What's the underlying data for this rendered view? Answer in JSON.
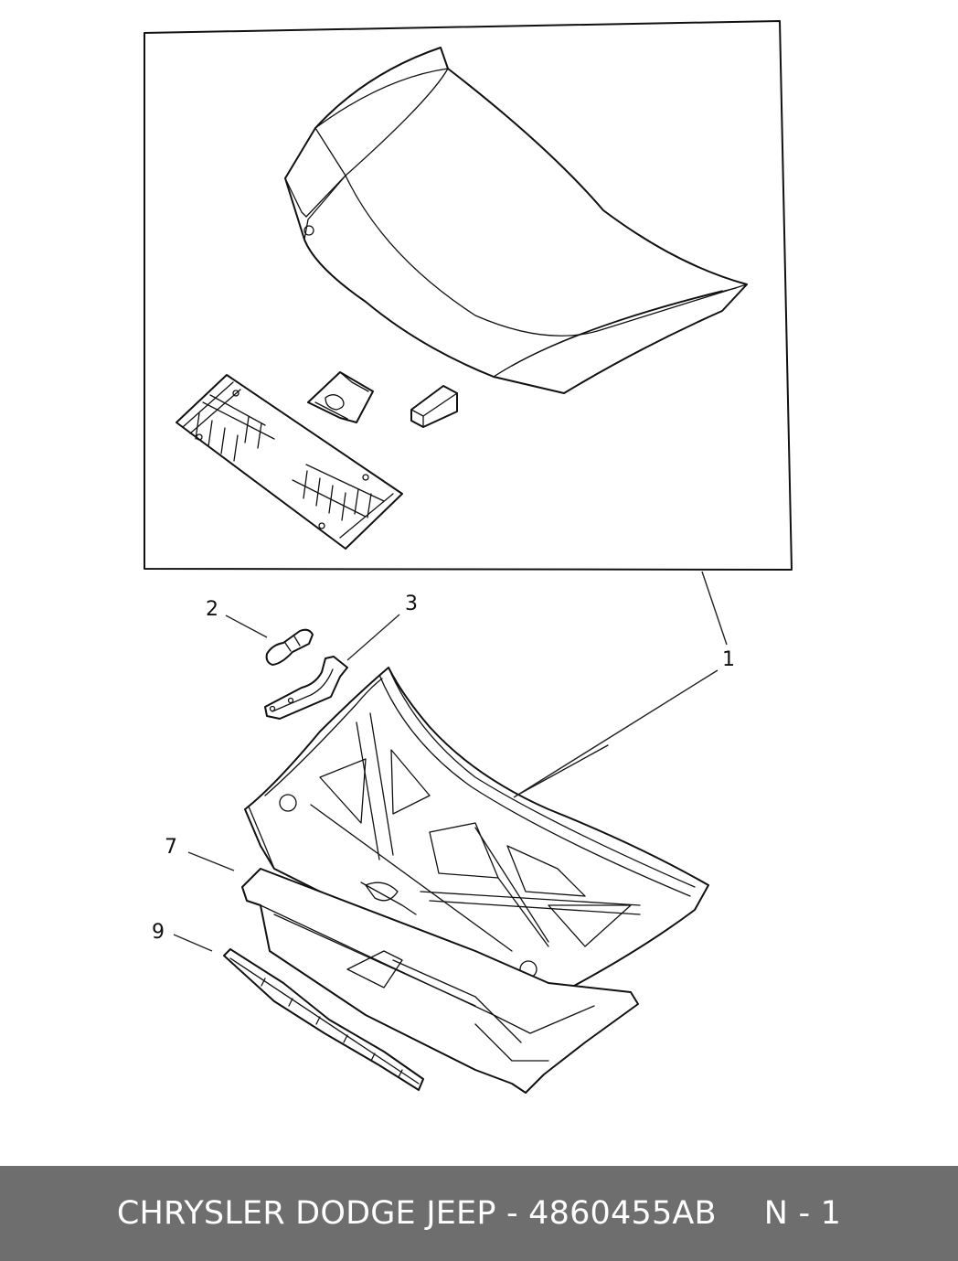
{
  "callouts": [
    {
      "id": "1",
      "label": "1"
    },
    {
      "id": "2",
      "label": "2"
    },
    {
      "id": "3",
      "label": "3"
    },
    {
      "id": "7",
      "label": "7"
    },
    {
      "id": "9",
      "label": "9"
    }
  ],
  "footer": {
    "part_text": "CHRYSLER DODGE JEEP - 4860455AB",
    "page_text": "N - 1"
  }
}
